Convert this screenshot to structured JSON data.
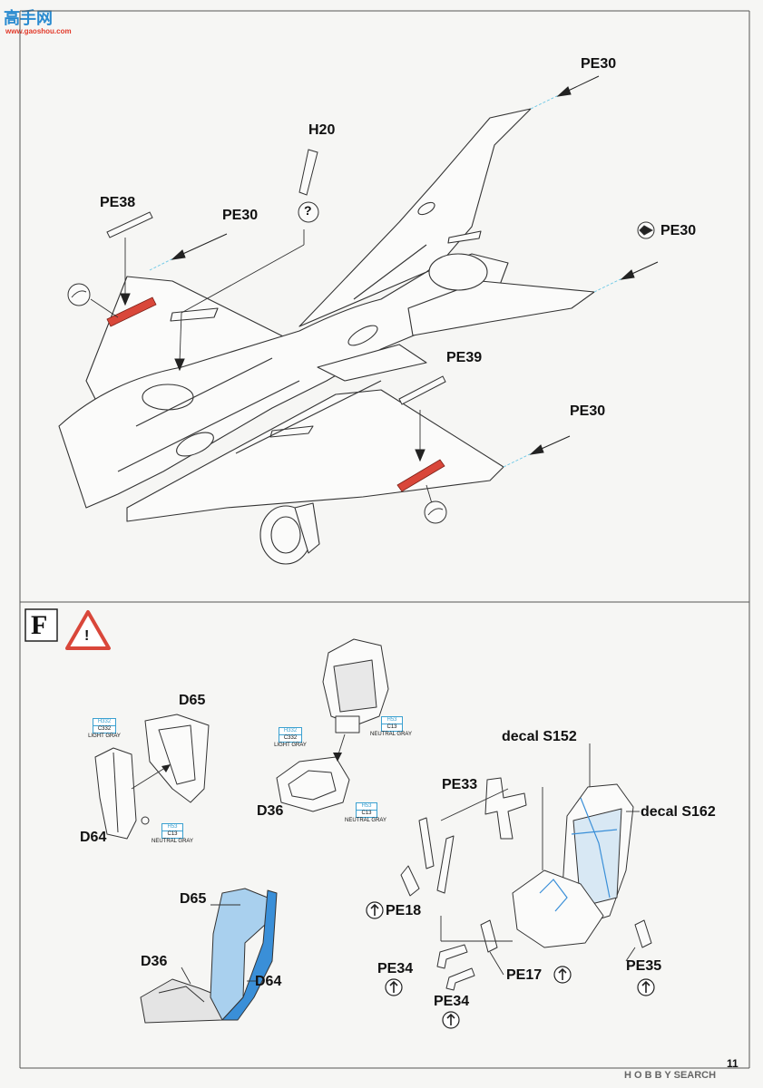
{
  "watermark_top": {
    "logo_text": "高手网",
    "url": "www.gaoshou.com"
  },
  "watermark_bottom": "H O B B Y SEARCH",
  "page_number": "11",
  "section_f": {
    "letter": "F",
    "warning_symbol": "!"
  },
  "labels": {
    "pe30_top": "PE30",
    "h20": "H20",
    "question": "?",
    "pe38": "PE38",
    "pe30_left": "PE30",
    "pe30_right": "PE30",
    "pe39": "PE39",
    "pe30_mid": "PE30",
    "d65_a": "D65",
    "d64_a": "D64",
    "d36_a": "D36",
    "decal_s152": "decal S152",
    "decal_s162": "decal S162",
    "pe33": "PE33",
    "pe18": "PE18",
    "pe34_a": "PE34",
    "pe34_b": "PE34",
    "pe17": "PE17",
    "pe35": "PE35",
    "d65_b": "D65",
    "d36_b": "D36",
    "d64_b": "D64"
  },
  "colors": {
    "c1": {
      "top": "H332",
      "mid": "C332",
      "name": "LIGHT GRAY"
    },
    "c2": {
      "top": "H53",
      "mid": "C13",
      "name": "NEUTRAL GRAY"
    },
    "c3": {
      "top": "H332",
      "mid": "C332",
      "name": "LIGHT GRAY"
    },
    "c4": {
      "top": "H53",
      "mid": "C13",
      "name": "NEUTRAL GRAY"
    },
    "c5": {
      "top": "H53",
      "mid": "C13",
      "name": "NEUTRAL GRAY"
    }
  },
  "palette": {
    "red_part": "#d9473a",
    "blue_part": "#3a8fd8",
    "light_blue": "#a9d0ee",
    "line": "#333333",
    "callout": "#3aa0d0"
  }
}
